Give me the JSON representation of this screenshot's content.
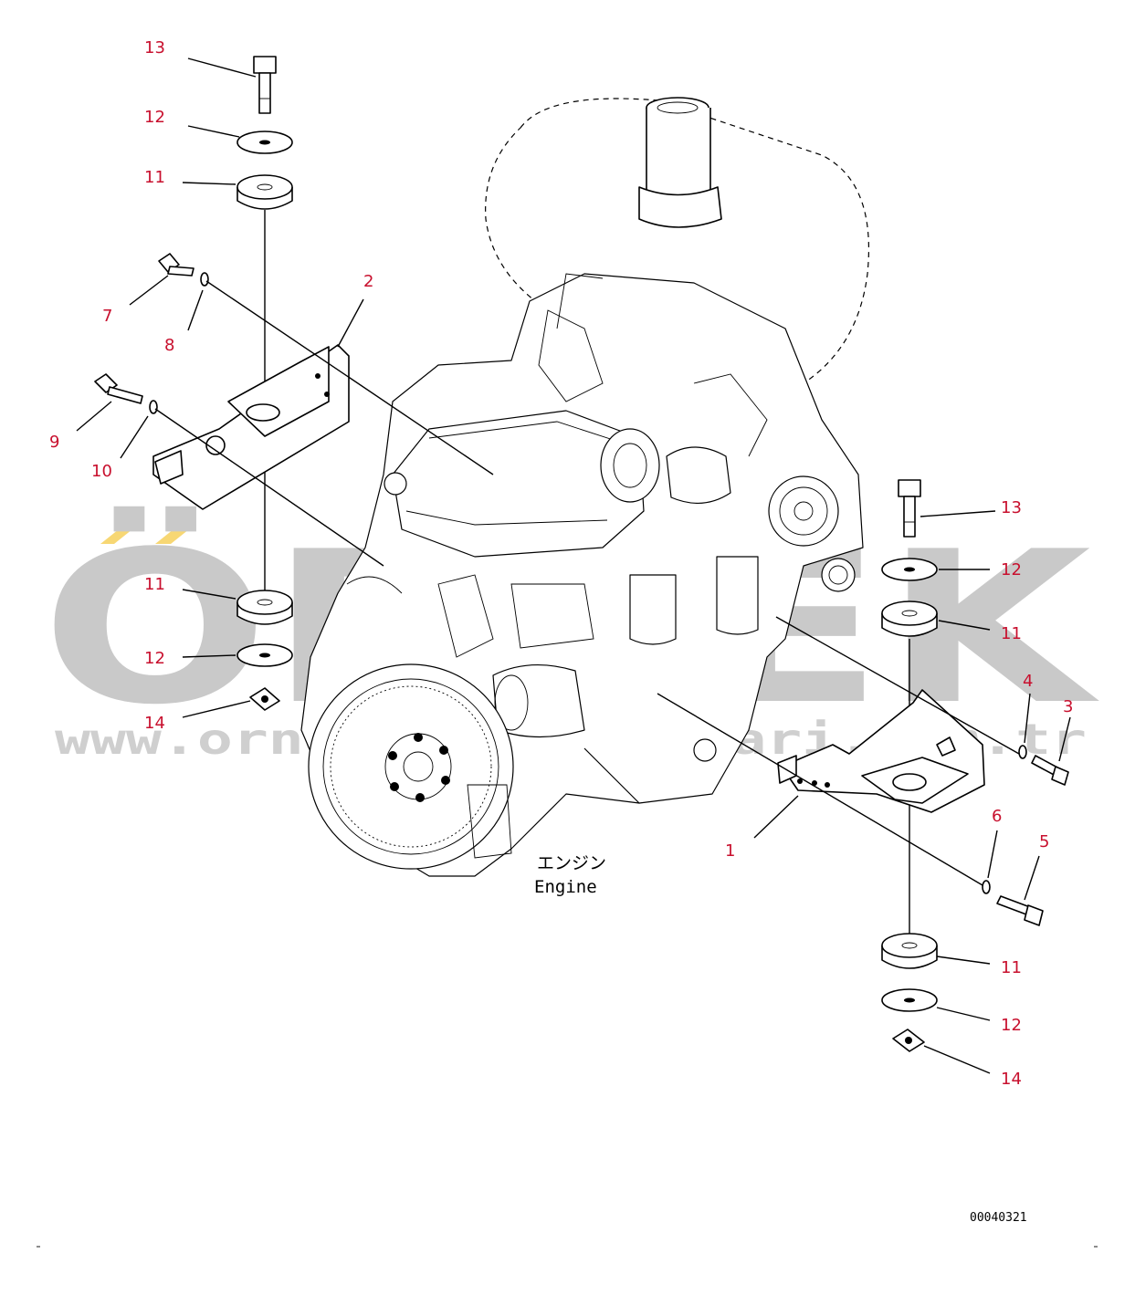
{
  "watermark": {
    "brand": "ÖRNEK",
    "url": "www.ornekistmakinalari.com.tr"
  },
  "engine_label": {
    "japanese": "エンジン",
    "english": "Engine"
  },
  "drawing_number": "00040321",
  "callouts": [
    {
      "id": "c13a",
      "text": "13"
    },
    {
      "id": "c12a",
      "text": "12"
    },
    {
      "id": "c11a",
      "text": "11"
    },
    {
      "id": "c7",
      "text": "7"
    },
    {
      "id": "c8",
      "text": "8"
    },
    {
      "id": "c2",
      "text": "2"
    },
    {
      "id": "c9",
      "text": "9"
    },
    {
      "id": "c10",
      "text": "10"
    },
    {
      "id": "c11b",
      "text": "11"
    },
    {
      "id": "c12b",
      "text": "12"
    },
    {
      "id": "c14a",
      "text": "14"
    },
    {
      "id": "c13b",
      "text": "13"
    },
    {
      "id": "c12c",
      "text": "12"
    },
    {
      "id": "c11c",
      "text": "11"
    },
    {
      "id": "c4",
      "text": "4"
    },
    {
      "id": "c3",
      "text": "3"
    },
    {
      "id": "c6",
      "text": "6"
    },
    {
      "id": "c5",
      "text": "5"
    },
    {
      "id": "c1",
      "text": "1"
    },
    {
      "id": "c11d",
      "text": "11"
    },
    {
      "id": "c12d",
      "text": "12"
    },
    {
      "id": "c14b",
      "text": "14"
    }
  ],
  "colors": {
    "callout": "#c8102e",
    "watermark_gray": "#c9c9c9",
    "watermark_yellow": "#f7d774",
    "line": "#000000"
  }
}
